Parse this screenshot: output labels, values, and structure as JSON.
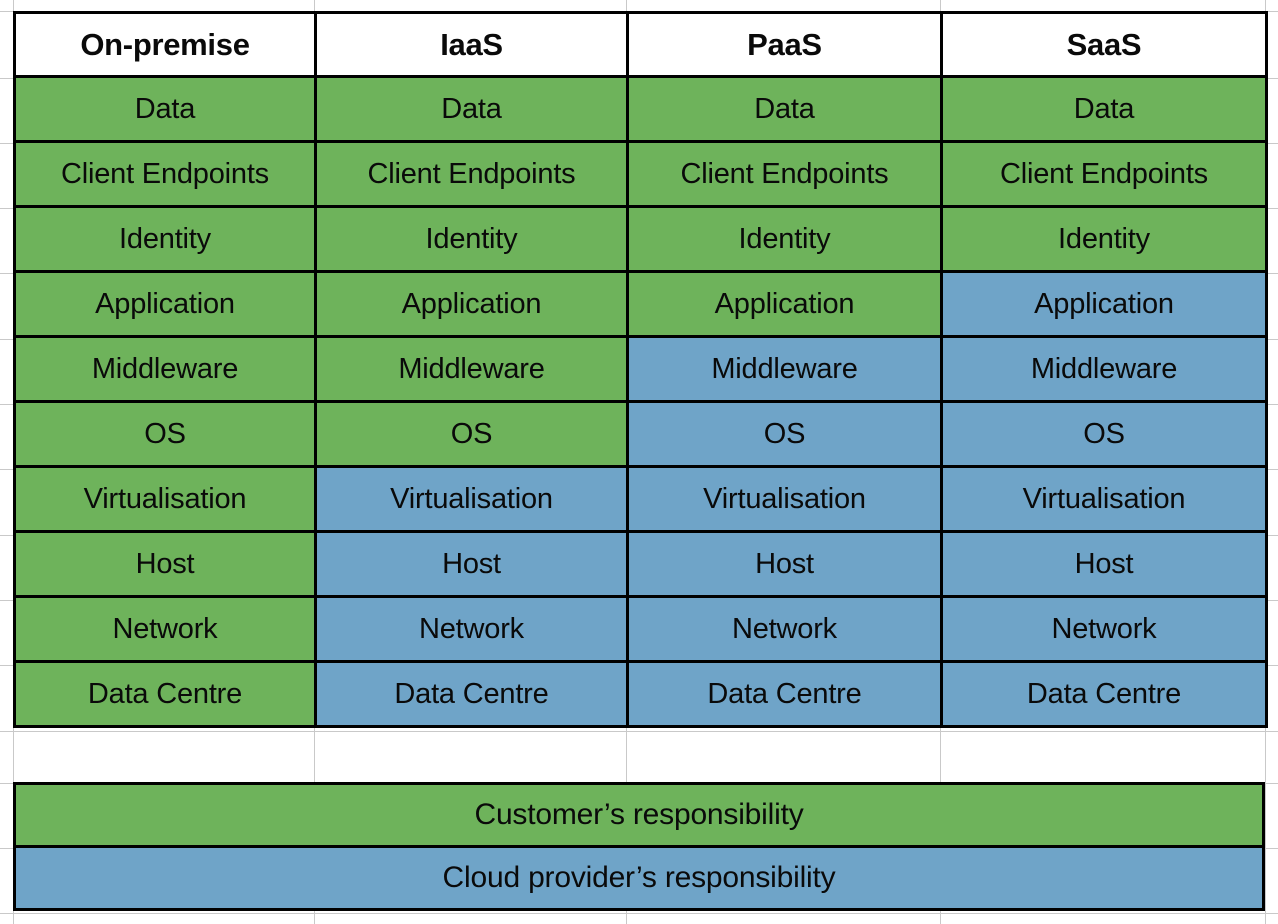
{
  "matrix": {
    "columns": [
      {
        "label": "On-premise"
      },
      {
        "label": "IaaS"
      },
      {
        "label": "PaaS"
      },
      {
        "label": "SaaS"
      }
    ],
    "layers": [
      "Data",
      "Client Endpoints",
      "Identity",
      "Application",
      "Middleware",
      "OS",
      "Virtualisation",
      "Host",
      "Network",
      "Data Centre"
    ],
    "rows": [
      {
        "layer": "Data",
        "cells": [
          {
            "text": "Data",
            "owner": "customer"
          },
          {
            "text": "Data",
            "owner": "customer"
          },
          {
            "text": "Data",
            "owner": "customer"
          },
          {
            "text": "Data",
            "owner": "customer"
          }
        ]
      },
      {
        "layer": "Client Endpoints",
        "cells": [
          {
            "text": "Client Endpoints",
            "owner": "customer"
          },
          {
            "text": "Client Endpoints",
            "owner": "customer"
          },
          {
            "text": "Client Endpoints",
            "owner": "customer"
          },
          {
            "text": "Client Endpoints",
            "owner": "customer"
          }
        ]
      },
      {
        "layer": "Identity",
        "cells": [
          {
            "text": "Identity",
            "owner": "customer"
          },
          {
            "text": "Identity",
            "owner": "customer"
          },
          {
            "text": "Identity",
            "owner": "customer"
          },
          {
            "text": "Identity",
            "owner": "customer"
          }
        ]
      },
      {
        "layer": "Application",
        "cells": [
          {
            "text": "Application",
            "owner": "customer"
          },
          {
            "text": "Application",
            "owner": "customer"
          },
          {
            "text": "Application",
            "owner": "customer"
          },
          {
            "text": "Application",
            "owner": "provider"
          }
        ]
      },
      {
        "layer": "Middleware",
        "cells": [
          {
            "text": "Middleware",
            "owner": "customer"
          },
          {
            "text": "Middleware",
            "owner": "customer"
          },
          {
            "text": "Middleware",
            "owner": "provider"
          },
          {
            "text": "Middleware",
            "owner": "provider"
          }
        ]
      },
      {
        "layer": "OS",
        "cells": [
          {
            "text": "OS",
            "owner": "customer"
          },
          {
            "text": "OS",
            "owner": "customer"
          },
          {
            "text": "OS",
            "owner": "provider"
          },
          {
            "text": "OS",
            "owner": "provider"
          }
        ]
      },
      {
        "layer": "Virtualisation",
        "cells": [
          {
            "text": "Virtualisation",
            "owner": "customer"
          },
          {
            "text": "Virtualisation",
            "owner": "provider"
          },
          {
            "text": "Virtualisation",
            "owner": "provider"
          },
          {
            "text": "Virtualisation",
            "owner": "provider"
          }
        ]
      },
      {
        "layer": "Host",
        "cells": [
          {
            "text": "Host",
            "owner": "customer"
          },
          {
            "text": "Host",
            "owner": "provider"
          },
          {
            "text": "Host",
            "owner": "provider"
          },
          {
            "text": "Host",
            "owner": "provider"
          }
        ]
      },
      {
        "layer": "Network",
        "cells": [
          {
            "text": "Network",
            "owner": "customer"
          },
          {
            "text": "Network",
            "owner": "provider"
          },
          {
            "text": "Network",
            "owner": "provider"
          },
          {
            "text": "Network",
            "owner": "provider"
          }
        ]
      },
      {
        "layer": "Data Centre",
        "cells": [
          {
            "text": "Data Centre",
            "owner": "customer"
          },
          {
            "text": "Data Centre",
            "owner": "provider"
          },
          {
            "text": "Data Centre",
            "owner": "provider"
          },
          {
            "text": "Data Centre",
            "owner": "provider"
          }
        ]
      }
    ]
  },
  "legend": {
    "entries": [
      {
        "label": "Customer’s responsibility",
        "owner": "customer"
      },
      {
        "label": "Cloud provider’s responsibility",
        "owner": "provider"
      }
    ]
  },
  "colors": {
    "customer": "#6eb35b",
    "provider": "#6fa4c8",
    "border": "#000000",
    "header_background": "#ffffff",
    "text": "#0a0a0a",
    "sheet_gridline": "#c9c9c9"
  }
}
